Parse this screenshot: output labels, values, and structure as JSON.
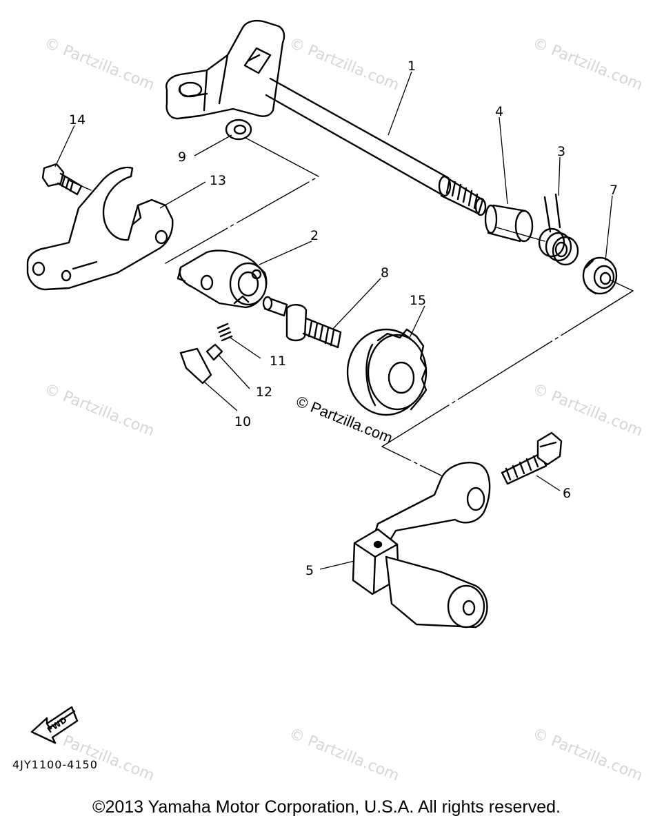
{
  "diagram": {
    "code": "4JY1100-4150",
    "copyright": "©2013 Yamaha Motor Corporation, U.S.A. All rights reserved.",
    "fwd_label": "FWD",
    "center_watermark": "© Partzilla.com",
    "watermark_text": "© Partzilla.com"
  },
  "callouts": [
    "1",
    "2",
    "3",
    "4",
    "5",
    "6",
    "7",
    "8",
    "9",
    "10",
    "11",
    "12",
    "13",
    "14",
    "15"
  ]
}
